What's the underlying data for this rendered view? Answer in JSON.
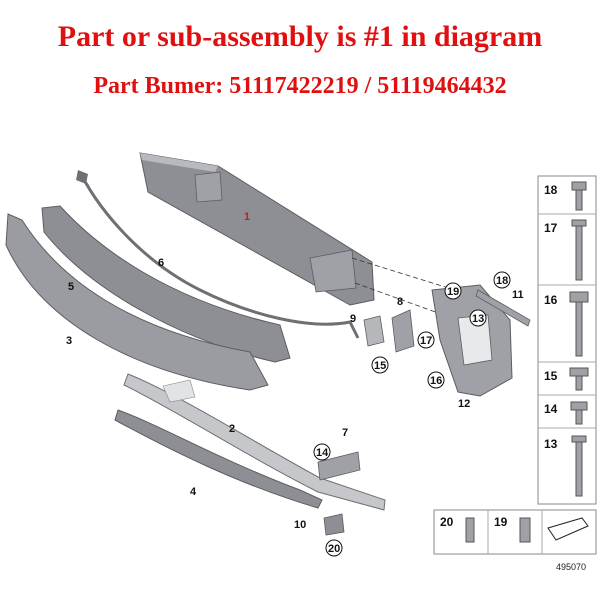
{
  "header": {
    "line1": "Part or sub-assembly is #1 in diagram",
    "line2": "Part Bumer: 51117422219 / 51119464432"
  },
  "callouts": {
    "c1": "1",
    "c2": "2",
    "c3": "3",
    "c4": "4",
    "c5": "5",
    "c6": "6",
    "c7": "7",
    "c8": "8",
    "c9": "9",
    "c10": "10",
    "c11": "11",
    "c12": "12",
    "c13": "13",
    "c14": "14",
    "c15": "15",
    "c16": "16",
    "c17": "17",
    "c18": "18",
    "c19": "19",
    "c20": "20",
    "c15b": "15",
    "c16b": "16",
    "c17b": "17",
    "c18b": "18",
    "c19b": "19",
    "c13b": "13",
    "c14b": "14",
    "c20b": "20"
  },
  "hardware_panel": {
    "items": [
      "18",
      "17",
      "16",
      "15",
      "14",
      "13"
    ],
    "bottom": [
      "20",
      "19"
    ]
  },
  "reference_number": "495070",
  "colors": {
    "header": "#e01010",
    "part_highlight": "#d01818",
    "part_fill": "#8d8f94"
  }
}
